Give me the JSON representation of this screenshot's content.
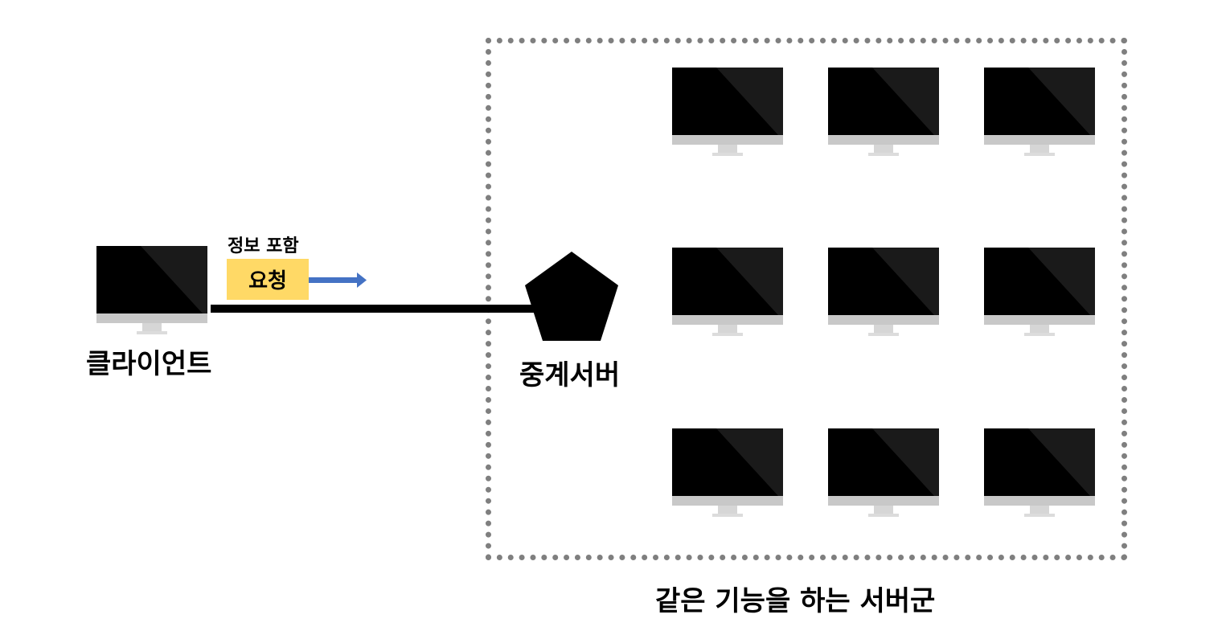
{
  "client": {
    "label": "클라이언트"
  },
  "request": {
    "note": "정보 포함",
    "label": "요청"
  },
  "relay_server": {
    "label": "중계서버"
  },
  "server_group": {
    "label": "같은 기능을 하는 서버군",
    "count": 9
  },
  "colors": {
    "request_badge": "#FFD966",
    "arrow": "#4472C4",
    "group_border": "#7f7f7f",
    "line": "#000000"
  },
  "icons": [
    "monitor-icon",
    "pentagon-icon",
    "arrow-right-icon"
  ]
}
